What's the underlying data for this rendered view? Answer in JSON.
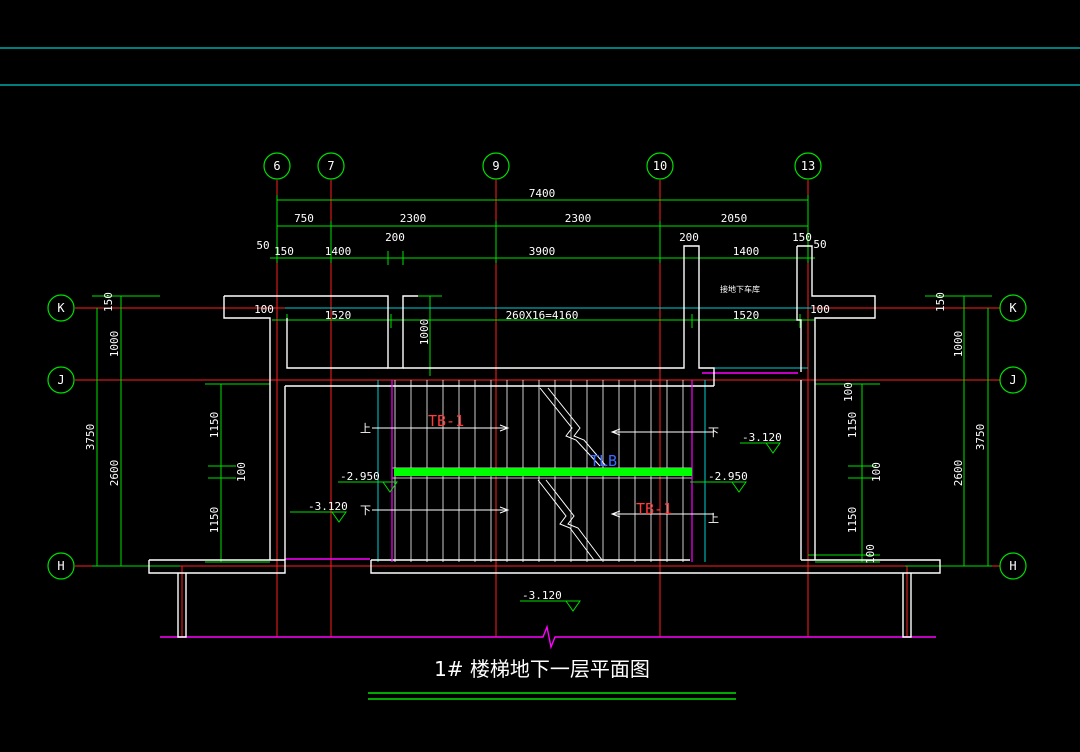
{
  "drawing": {
    "title": "1# 楼梯地下一层平面图",
    "colors": {
      "background": "#000000",
      "axis": "#ff2020",
      "dimension": "#00ff00",
      "wall": "#ffffff",
      "guide": "#00e5e5",
      "stair": "#ff00ff",
      "landing": "#00ff00",
      "label_red": "#ff3b3b",
      "label_blue": "#3b6bff"
    },
    "axes": {
      "columns": [
        "6",
        "7",
        "9",
        "10",
        "13"
      ],
      "rows": [
        "K",
        "J",
        "H"
      ]
    },
    "dimensions": {
      "overall": "7400",
      "bays": [
        "750",
        "2300",
        "2300",
        "2050"
      ],
      "detail": [
        "50",
        "150",
        "1400",
        "200",
        "3900",
        "200",
        "1400",
        "150",
        "50"
      ],
      "row_k": [
        "100",
        "1520",
        "260X16=4160",
        "1520",
        "100"
      ],
      "left_vertical": [
        "150",
        "1000",
        "3750",
        "2600",
        "1150",
        "100",
        "1150",
        "1000"
      ],
      "right_vertical": [
        "150",
        "1000",
        "3750",
        "2600",
        "1150",
        "100",
        "1150",
        "100",
        "100"
      ]
    },
    "labels": {
      "tb1_upper": "TB-1",
      "tb1_lower": "TB-1",
      "tlb": "TLB",
      "up": "上",
      "down": "下",
      "elev_left_upper": "-2.950",
      "elev_left_lower": "-3.120",
      "elev_right_upper": "-3.120",
      "elev_right_lower": "-2.950",
      "elev_bottom": "-3.120",
      "garage": "接地下车库"
    }
  }
}
